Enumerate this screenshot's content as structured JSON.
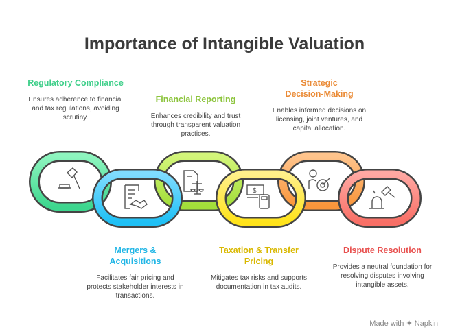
{
  "title": "Importance of Intangible Valuation",
  "items": [
    {
      "title": "Regulatory Compliance",
      "desc": "Ensures adherence to financial and tax regulations, avoiding scrutiny.",
      "color": "#3fcf8a",
      "icon": "gavel-icon"
    },
    {
      "title": "Mergers & Acquisitions",
      "desc": "Facilitates fair pricing and protects stakeholder interests in transactions.",
      "color": "#21b6e6",
      "icon": "contract-handshake-icon"
    },
    {
      "title": "Financial Reporting",
      "desc": "Enhances credibility and trust through transparent valuation practices.",
      "color": "#8cc43c",
      "icon": "document-scales-icon"
    },
    {
      "title": "Taxation & Transfer Pricing",
      "desc": "Mitigates tax risks and supports documentation in tax audits.",
      "color": "#d9b800",
      "icon": "money-calculator-icon"
    },
    {
      "title": "Strategic Decision-Making",
      "desc": "Enables informed decisions on licensing, joint ventures, and capital allocation.",
      "color": "#ea8a35",
      "icon": "person-target-icon"
    },
    {
      "title": "Dispute Resolution",
      "desc": "Provides a neutral foundation for resolving disputes involving intangible assets.",
      "color": "#e8514f",
      "icon": "gavel-alarm-icon"
    }
  ],
  "footer": "Made with ✦ Napkin"
}
